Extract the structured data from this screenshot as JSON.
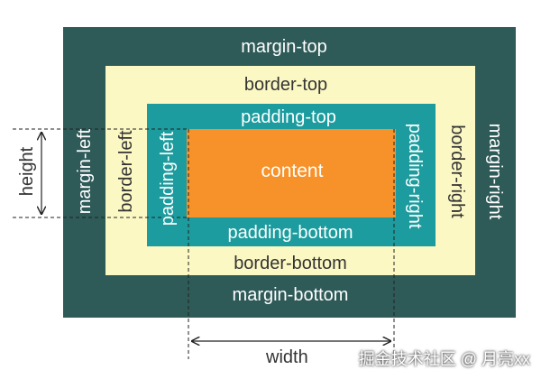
{
  "labels": {
    "margin_top": "margin-top",
    "margin_bottom": "margin-bottom",
    "margin_left": "margin-left",
    "margin_right": "margin-right",
    "border_top": "border-top",
    "border_bottom": "border-bottom",
    "border_left": "border-left",
    "border_right": "border-right",
    "padding_top": "padding-top",
    "padding_bottom": "padding-bottom",
    "padding_left": "padding-left",
    "padding_right": "padding-right",
    "content": "content",
    "height": "height",
    "width": "width"
  },
  "watermark": "掘金技术社区 @ 月亮xx",
  "colors": {
    "margin": "#2e5a58",
    "border": "#fbf8c4",
    "padding": "#1c9c9e",
    "content": "#f7922a"
  }
}
